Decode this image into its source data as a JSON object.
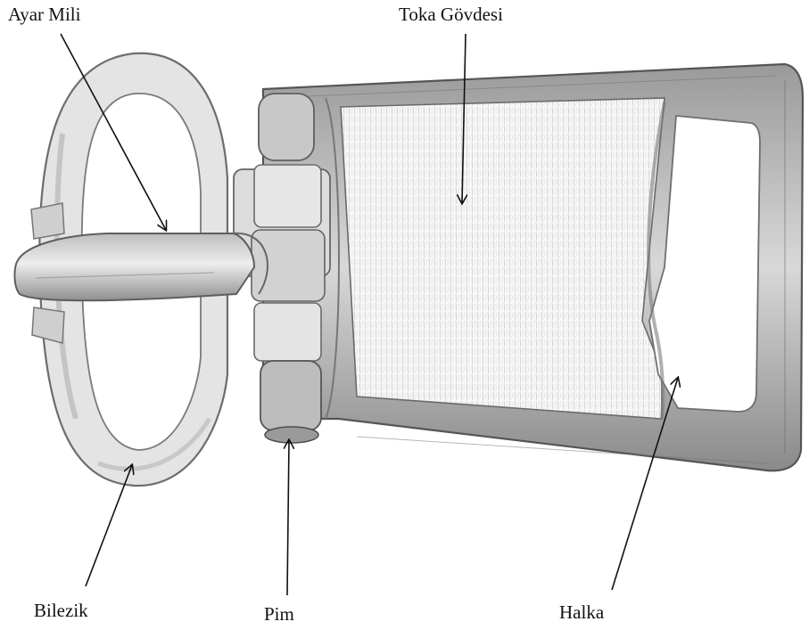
{
  "labels": {
    "ayar_mili": "Ayar Mili",
    "toka_govdesi": "Toka Gövdesi",
    "bilezik": "Bilezik",
    "pim": "Pim",
    "halka": "Halka"
  },
  "colors": {
    "pencil_dark": "#5a5a5a",
    "pencil_mid": "#8c8c8c",
    "pencil_light": "#c4c4c4",
    "paper": "#ffffff",
    "arrow": "#111111"
  }
}
